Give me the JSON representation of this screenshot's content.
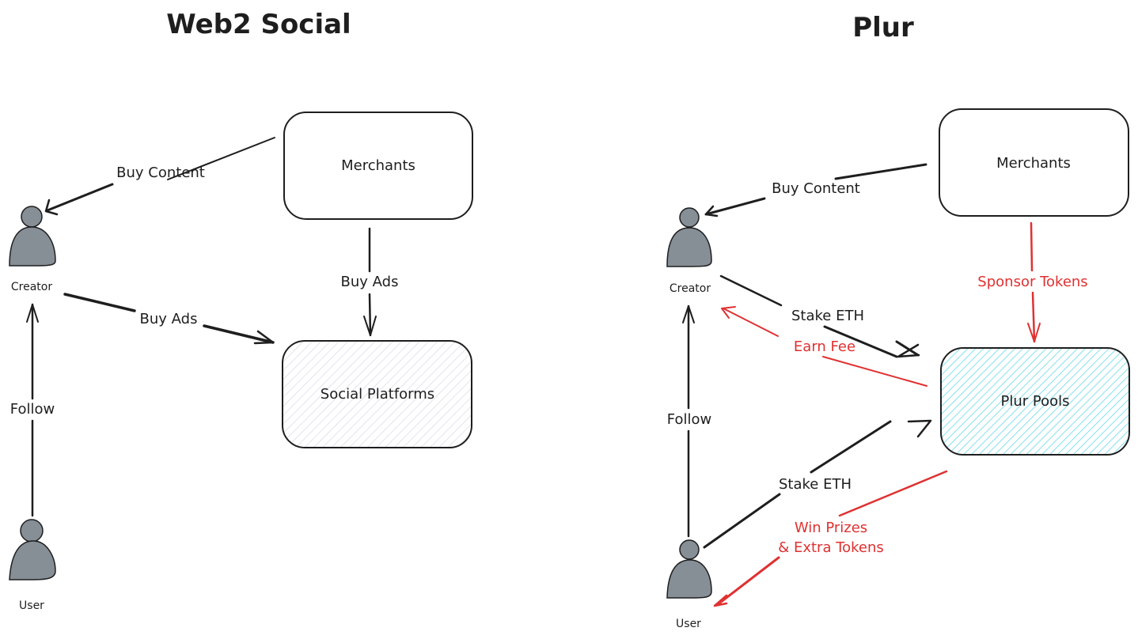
{
  "colors": {
    "ink": "#1e1e1e",
    "accent_red": "#e03131",
    "actor_fill": "#868e96",
    "pool_hatch": "#66d9e8",
    "platform_hatch": "#ced4da"
  },
  "left": {
    "title": "Web2 Social",
    "nodes": {
      "merchants": "Merchants",
      "platforms": "Social Platforms",
      "creator": "Creator",
      "user": "User"
    },
    "edges": {
      "buy_content": "Buy Content",
      "merchant_buy_ads": "Buy Ads",
      "creator_buy_ads": "Buy Ads",
      "follow": "Follow"
    }
  },
  "right": {
    "title": "Plur",
    "nodes": {
      "merchants": "Merchants",
      "pools": "Plur Pools",
      "creator": "Creator",
      "user": "User"
    },
    "edges": {
      "buy_content": "Buy Content",
      "sponsor_tokens": "Sponsor Tokens",
      "creator_stake": "Stake ETH",
      "earn_fee": "Earn Fee",
      "follow": "Follow",
      "user_stake": "Stake ETH",
      "win_prizes_line1": "Win Prizes",
      "win_prizes_line2": "& Extra Tokens"
    }
  }
}
